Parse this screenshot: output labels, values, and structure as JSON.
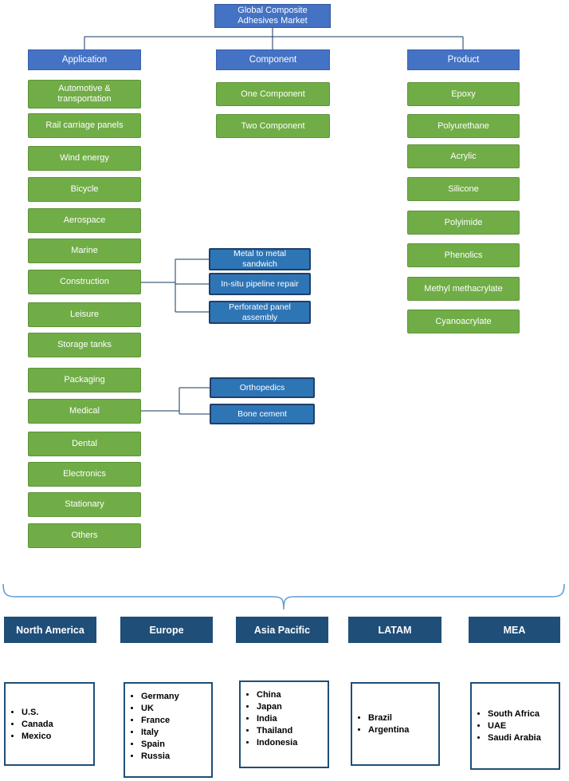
{
  "root": {
    "label": "Global Composite Adhesives Market"
  },
  "columns": [
    {
      "header": "Application",
      "items": [
        "Automotive & transportation",
        "Rail carriage panels",
        "Wind energy",
        "Bicycle",
        "Aerospace",
        "Marine",
        "Construction",
        "Leisure",
        "Storage tanks",
        "Packaging",
        "Medical",
        "Dental",
        "Electronics",
        "Stationary",
        "Others"
      ]
    },
    {
      "header": "Component",
      "items": [
        "One Component",
        "Two Component"
      ]
    },
    {
      "header": "Product",
      "items": [
        "Epoxy",
        "Polyurethane",
        "Acrylic",
        "Silicone",
        "Polyimide",
        "Phenolics",
        "Methyl methacrylate",
        "Cyanoacrylate"
      ]
    }
  ],
  "construction_sub": {
    "parent": "Construction",
    "items": [
      "Metal to metal sandwich",
      "In-situ pipeline repair",
      "Perforated panel assembly"
    ]
  },
  "medical_sub": {
    "parent": "Medical",
    "items": [
      "Orthopedics",
      "Bone cement"
    ]
  },
  "regions": [
    {
      "label": "North America",
      "countries": [
        "U.S.",
        "Canada",
        "Mexico"
      ]
    },
    {
      "label": "Europe",
      "countries": [
        "Germany",
        "UK",
        "France",
        "Italy",
        "Spain",
        "Russia"
      ]
    },
    {
      "label": "Asia Pacific",
      "countries": [
        "China",
        "Japan",
        "India",
        "Thailand",
        "Indonesia"
      ]
    },
    {
      "label": "LATAM",
      "countries": [
        "Brazil",
        "Argentina"
      ]
    },
    {
      "label": "MEA",
      "countries": [
        "South Africa",
        "UAE",
        "Saudi Arabia"
      ]
    }
  ],
  "colors": {
    "header_blue": "#4472C4",
    "green": "#70AD47",
    "sub_blue": "#2E75B6",
    "navy": "#1F4E79",
    "line": "#17375E",
    "brace": "#5B9BD5"
  }
}
